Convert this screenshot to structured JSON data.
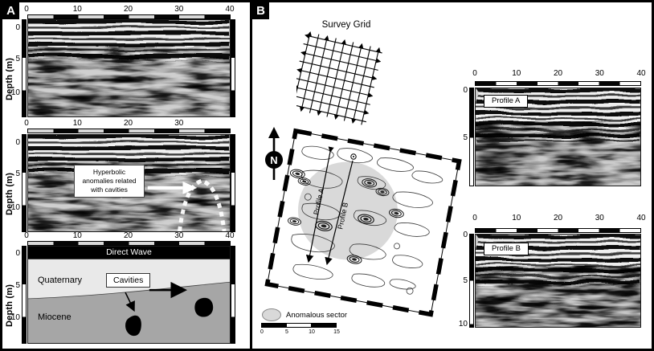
{
  "panelA": {
    "badge": "A",
    "depth_axis_label": "Depth (m)",
    "rg_top": {
      "x_ticks": [
        "0",
        "10",
        "20",
        "30",
        "40"
      ],
      "depth_ticks": [
        "0",
        "5",
        "10"
      ]
    },
    "rg_mid": {
      "x_ticks": [
        "0",
        "10",
        "20",
        "30"
      ],
      "depth_ticks": [
        "0",
        "5",
        "10"
      ],
      "annotation": "Hyperbolic anomalies related with cavities"
    },
    "interp": {
      "x_ticks": [
        "0",
        "10",
        "20",
        "30",
        "40"
      ],
      "depth_ticks": [
        "0",
        "5",
        "10"
      ],
      "direct_wave": "Direct Wave",
      "quaternary": "Quaternary",
      "miocene": "Miocene",
      "cavities": "Cavities"
    }
  },
  "panelB": {
    "badge": "B",
    "survey_grid_label": "Survey Grid",
    "north_label": "N",
    "map": {
      "profile_a_label": "Profile A",
      "profile_b_label": "Profile B",
      "legend_label": "Anomalous sector",
      "scale_ticks": [
        "0",
        "5",
        "10",
        "15"
      ]
    },
    "profile_a": {
      "title": "Profile A",
      "x_ticks": [
        "0",
        "10",
        "20",
        "30",
        "40"
      ],
      "depth_ticks": [
        "0",
        "5"
      ]
    },
    "profile_b": {
      "title": "Profile B",
      "x_ticks": [
        "0",
        "10",
        "20",
        "30",
        "40"
      ],
      "depth_ticks": [
        "0",
        "5",
        "10"
      ]
    }
  },
  "colors": {
    "quaternary": "#e9e9e9",
    "miocene": "#a6a6a6",
    "anomalous_sector": "#d9d9d9",
    "direct_wave": "#000000"
  }
}
